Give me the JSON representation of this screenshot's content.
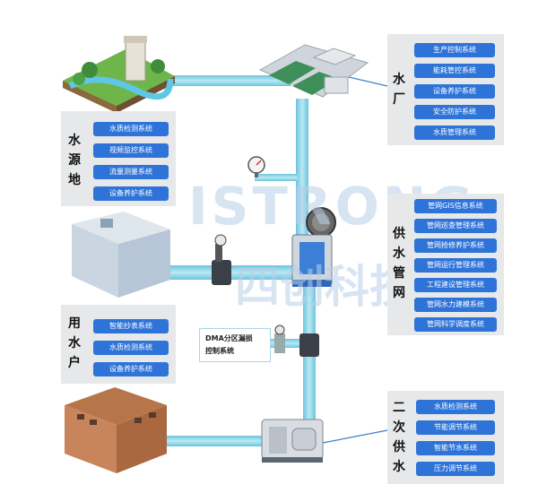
{
  "watermark": {
    "latin": "ISTRONG",
    "chinese": "四创科技"
  },
  "water_source": {
    "title": [
      "水",
      "源",
      "地"
    ],
    "systems": [
      "水质检测系统",
      "视频监控系统",
      "流量测量系统",
      "设备养护系统"
    ]
  },
  "water_plant": {
    "title": [
      "水",
      "厂"
    ],
    "systems": [
      "生产控制系统",
      "能耗管控系统",
      "设备养护系统",
      "安全防护系统",
      "水质管理系统"
    ]
  },
  "supply_network": {
    "title": [
      "供",
      "水",
      "管",
      "网"
    ],
    "systems": [
      "管网GIS信息系统",
      "管网巡查管理系统",
      "管网抢修养护系统",
      "管网运行管理系统",
      "工程建设管理系统",
      "管网水力建模系统",
      "管网科学调度系统"
    ]
  },
  "water_users": {
    "title": [
      "用",
      "水",
      "户"
    ],
    "systems": [
      "智能抄表系统",
      "水质检测系统",
      "设备养护系统"
    ]
  },
  "secondary_supply": {
    "title": [
      "二",
      "次",
      "供",
      "水"
    ],
    "systems": [
      "水质检测系统",
      "节能调节系统",
      "智能节水系统",
      "压力调节系统"
    ]
  },
  "dma": {
    "line1": "DMA分区漏损",
    "line2": "控制系统"
  },
  "colors": {
    "chip": "#2e73d8",
    "panel": "#e7e8ea",
    "pipe": "#8fd3e6",
    "pipe_edge": "#5fb6cf"
  }
}
